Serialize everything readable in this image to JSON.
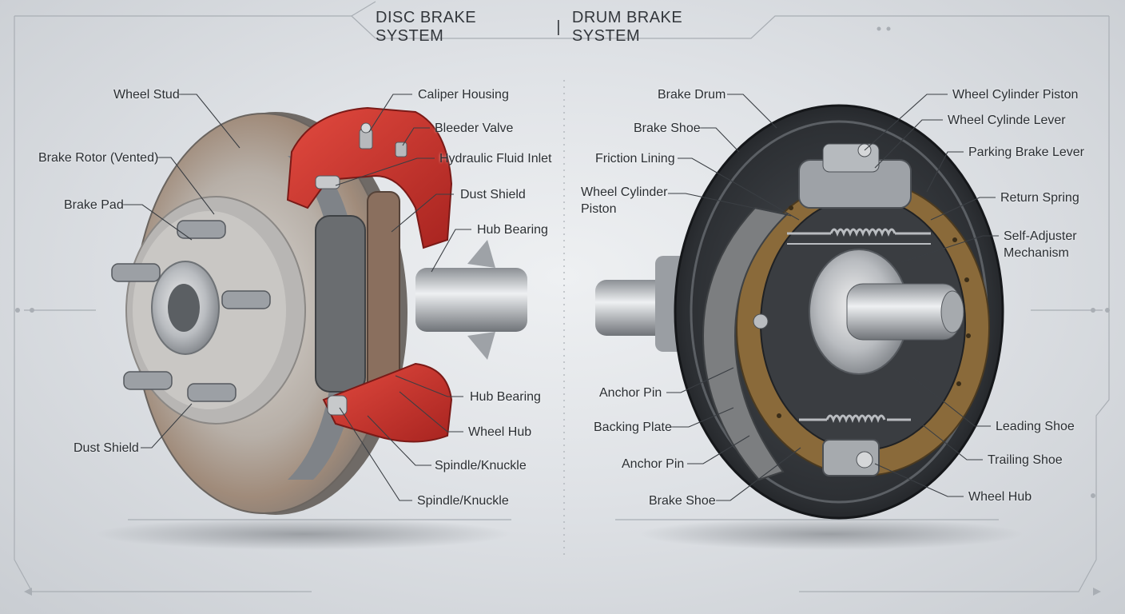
{
  "title": {
    "left": "DISC BRAKE SYSTEM",
    "separator": "|",
    "right": "DRUM BRAKE SYSTEM"
  },
  "disc_labels": {
    "wheel_stud": "Wheel Stud",
    "brake_rotor": "Brake Rotor (Vented)",
    "brake_pad": "Brake Pad",
    "dust_shield_left": "Dust Shield",
    "caliper_housing": "Caliper Housing",
    "bleeder_valve": "Bleeder Valve",
    "hydraulic_fluid_inlet": "Hydraulic Fluid Inlet",
    "dust_shield_right": "Dust Shield",
    "hub_bearing_top": "Hub Bearing",
    "hub_bearing_bottom": "Hub Bearing",
    "wheel_hub": "Wheel Hub",
    "spindle_knuckle_1": "Spindle/Knuckle",
    "spindle_knuckle_2": "Spindle/Knuckle"
  },
  "drum_labels": {
    "brake_drum": "Brake Drum",
    "brake_shoe_top": "Brake Shoe",
    "friction_lining": "Friction Lining",
    "wheel_cylinder_piston_left_1": "Wheel Cylinder",
    "wheel_cylinder_piston_left_2": "Piston",
    "anchor_pin_1": "Anchor Pin",
    "backing_plate": "Backing Plate",
    "anchor_pin_2": "Anchor Pin",
    "brake_shoe_bottom": "Brake Shoe",
    "wheel_cylinder_piston": "Wheel Cylinder Piston",
    "wheel_cylinde_lever": "Wheel Cylinde Lever",
    "parking_brake_lever": "Parking Brake Lever",
    "return_spring": "Return Spring",
    "self_adjuster_1": "Self-Adjuster",
    "self_adjuster_2": "Mechanism",
    "leading_shoe": "Leading Shoe",
    "trailing_shoe": "Trailing Shoe",
    "wheel_hub": "Wheel Hub"
  },
  "colors": {
    "caliper_red": "#c9302c",
    "rotor_steel": "#a9a39d",
    "drum_dark": "#2e3135",
    "lining_brown": "#8a6a3a"
  }
}
